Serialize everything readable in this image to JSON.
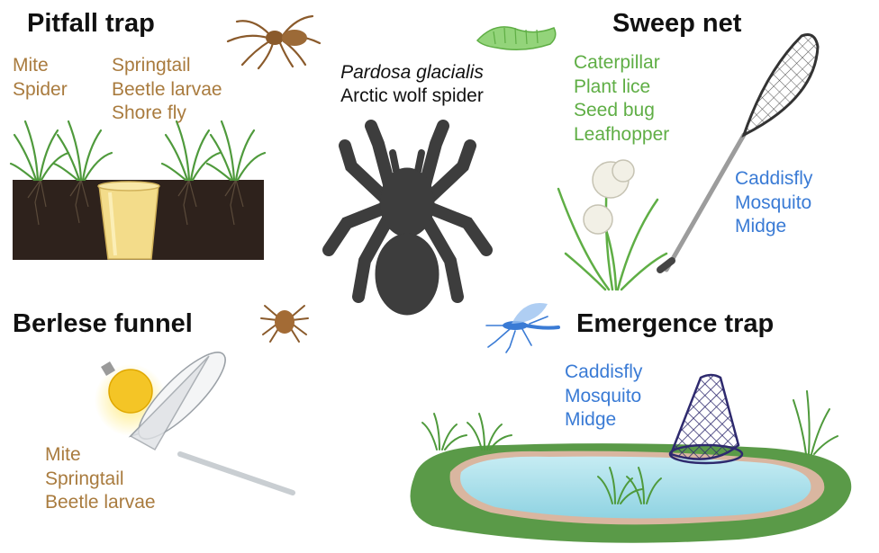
{
  "center": {
    "scientific_name": "Pardosa glacialis",
    "common_name": "Arctic wolf spider"
  },
  "methods": {
    "pitfall": {
      "title": "Pitfall trap",
      "col1": [
        "Mite",
        "Spider"
      ],
      "col2": [
        "Springtail",
        "Beetle larvae",
        "Shore fly"
      ]
    },
    "sweep": {
      "title": "Sweep net",
      "green_items": [
        "Caterpillar",
        "Plant lice",
        "Seed bug",
        "Leafhopper"
      ],
      "blue_items": [
        "Caddisfly",
        "Mosquito",
        "Midge"
      ]
    },
    "berlese": {
      "title": "Berlese funnel",
      "items": [
        "Mite",
        "Springtail",
        "Beetle larvae"
      ]
    },
    "emergence": {
      "title": "Emergence trap",
      "items": [
        "Caddisfly",
        "Mosquito",
        "Midge"
      ]
    }
  },
  "colors": {
    "terrestrial": "#a97b3e",
    "vegetation": "#5fae45",
    "aquatic": "#3a7bd5",
    "spider_silhouette": "#3d3d3d"
  },
  "icons": [
    "wolf-spider-silhouette-icon",
    "brown-spider-icon",
    "green-caterpillar-icon",
    "mite-icon",
    "mosquito-icon",
    "pitfall-cup-icon",
    "sweep-net-icon",
    "light-bulb-icon",
    "funnel-icon",
    "pond-icon",
    "emergence-trap-icon",
    "cotton-grass-icon",
    "grass-tuft-icon"
  ]
}
